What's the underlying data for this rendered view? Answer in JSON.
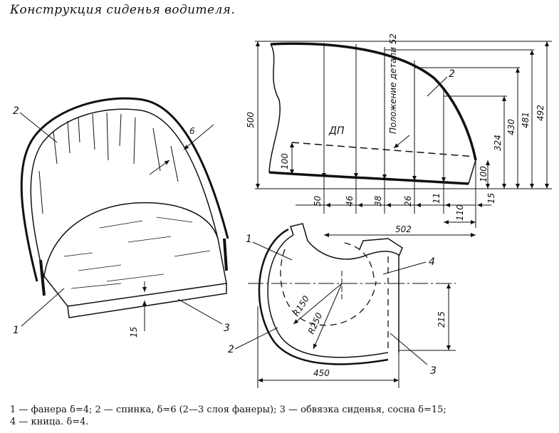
{
  "title": "Конструкция сиденья водителя.",
  "callouts": {
    "part1": "1",
    "part2": "2",
    "part3": "3",
    "part4": "4"
  },
  "left_view": {
    "thickness": "6",
    "base": "15"
  },
  "side_view": {
    "height": "500",
    "front_height": "100",
    "dp_label": "ДП",
    "detail_position": "Положение детали 52",
    "right_heights": [
      "100",
      "324",
      "430",
      "481",
      "492"
    ],
    "bottom_offsets": [
      "50",
      "46",
      "38",
      "26",
      "11"
    ],
    "small_offsets": [
      "110",
      "15"
    ],
    "total_length": "502"
  },
  "plan_view": {
    "r1": "R150",
    "r2": "R250",
    "depth": "215",
    "width": "450"
  },
  "caption": {
    "line1": "1 — фанера δ=4; 2 — спинка, δ=6 (2—3 слоя фанеры); 3 — обвязка сиденья, сосна δ=15;",
    "line2": "4 — кница. δ=4."
  }
}
